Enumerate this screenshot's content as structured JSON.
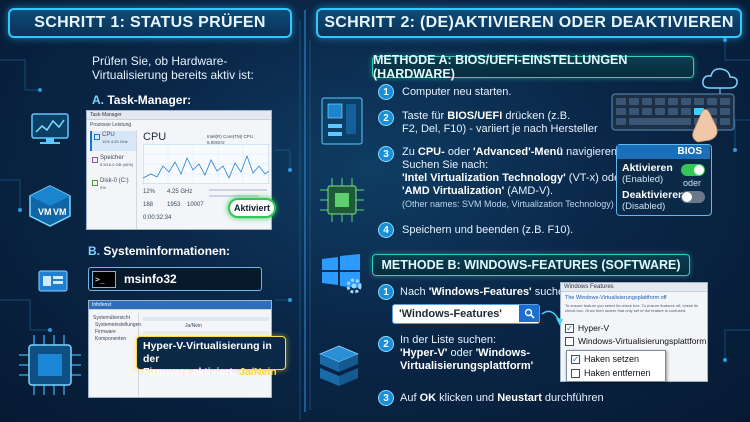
{
  "headers": {
    "left": "SCHRITT 1: STATUS PRÜFEN",
    "right": "SCHRITT 2: (DE)AKTIVIEREN ODER DEAKTIVIEREN"
  },
  "left": {
    "intro": "Prüfen Sie, ob Hardware-Virtualisierung bereits aktiv ist:",
    "section_a": {
      "letter": "A.",
      "label": "Task-Manager:"
    },
    "section_b": {
      "letter": "B.",
      "label": "Systeminformationen:"
    },
    "taskmgr": {
      "title": "Task-Manager",
      "menu": "Prozesse  Leistung",
      "cpu_heading": "CPU",
      "cpu_model": "Intel(R) Core(TM) CPU 5.00GHz",
      "side_items": [
        "CPU",
        "Speicher",
        "Disk-0 (C:)"
      ],
      "side_sub": [
        "11%  4.25 GHz",
        "6.5/16.0 GB (40%)",
        "0%"
      ],
      "stat_values": [
        "12%",
        "4.25 GHz",
        "188",
        "1953",
        "10007",
        "0:00:32:34"
      ],
      "badge": "Aktiviert"
    },
    "msinfo": {
      "command": "msinfo32",
      "window_title": "Infofenst",
      "tree": [
        "Systemübersicht",
        "Systemeinstellungen",
        "Firmware",
        "Komponenten"
      ],
      "row_value": "Ja/Nein",
      "callout_line1": "Hyper-V-Virtualisierung in der",
      "callout_line2_prefix": "Firmware aktiviert: ",
      "callout_value": "Ja/Nein"
    }
  },
  "right": {
    "method_a": "METHODE A: BIOS/UEFI-EINSTELLUNGEN (HARDWARE)",
    "method_b": "METHODE B: WINDOWS-FEATURES  (SOFTWARE)",
    "a_steps": {
      "s1": "Computer neu starten.",
      "s2_prefix": "Taste für ",
      "s2_bold": "BIOS/UEFI",
      "s2_suffix": " drücken (z.B.",
      "s2_line2": "F2, Del, F10) - variiert je nach Hersteller",
      "s3_l1_prefix": "Zu ",
      "s3_l1_b1": "CPU-",
      "s3_l1_mid": " oder ",
      "s3_l1_b2": "'Advanced'-Menü",
      "s3_l1_suffix": " navigieren.",
      "s3_l2": "Suchen Sie nach:",
      "s3_l3_bold": "'Intel Virtualization Technology'",
      "s3_l3_suffix": " (VT-x) oder",
      "s3_l4_bold": "'AMD Virtualization'",
      "s3_l4_suffix": " (AMD-V).",
      "s3_l5": "(Other names: SVM Mode, Virtualization Technology)",
      "s4": "Speichern und beenden (z.B. F10)."
    },
    "bios": {
      "title": "BIOS",
      "enabled": "Aktivieren",
      "enabled_sub": "(Enabled)",
      "or": "oder",
      "disabled": "Deaktivieren",
      "disabled_sub": "(Disabled)"
    },
    "b_steps": {
      "s1_prefix": "Nach ",
      "s1_bold": "'Windows-Features'",
      "s1_suffix": " suchen.",
      "search_value": "'Windows-Features'",
      "s2_l1": "In der Liste suchen:",
      "s2_l2_b1": "'Hyper-V'",
      "s2_l2_mid": " oder ",
      "s2_l2_b2": "'Windows-",
      "s2_l3_bold": "Virtualisierungsplattform'",
      "s3_prefix": "Auf ",
      "s3_b1": "OK",
      "s3_mid": " klicken und ",
      "s3_b2": "Neustart",
      "s3_suffix": " durchführen"
    },
    "features": {
      "title": "Windows Features",
      "link": "The Windows-Virtualisierungsplattform off",
      "desc": "To ensure feature you select its check box. To ensure features off, check its check box. Once then nearer that only set of the feature is confused.",
      "items": [
        "Hyper-V",
        "Windows-Virtualisierungsplattform"
      ],
      "popup_items": [
        "Haken setzen",
        "Haken entfernen"
      ]
    }
  },
  "colors": {
    "accent": "#33c7ff",
    "teal": "#2fd0b8",
    "bg": "#0a2748",
    "green": "#33c758"
  }
}
